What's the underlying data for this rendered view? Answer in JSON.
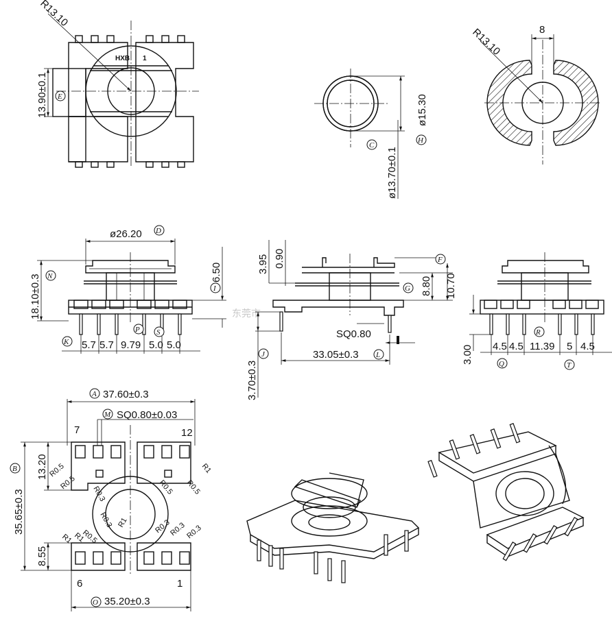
{
  "labels": {
    "r1310_a": "R13.10",
    "hxb": "HXB",
    "one_top": "1",
    "d1390": "13.90±0.1",
    "E": "E",
    "d1530": "ø15.30",
    "d1370": "ø13.70±0.1",
    "C": "C",
    "H": "H",
    "r1310_b": "R13.10",
    "d8": "8",
    "d2620": "ø26.20",
    "D": "D",
    "d1810": "18.10±0.3",
    "N": "N",
    "d650": "6.50",
    "I": "I",
    "K": "K",
    "P": "P",
    "S": "S",
    "bottom_dims": [
      "5.7",
      "5.7",
      "9.79",
      "5.0",
      "5.0"
    ],
    "d395": "3.95",
    "d090": "0.90",
    "F": "F",
    "G": "G",
    "d880": "8.80",
    "d1070": "10.70",
    "sq080": "SQ0.80",
    "d3305": "33.05±0.3",
    "L": "L",
    "d370": "3.70±0.3",
    "J": "J",
    "d300": "3.00",
    "right_dims": [
      "4.5",
      "4.5",
      "11.39",
      "5",
      "4.5"
    ],
    "Q": "Q",
    "R": "R",
    "T": "T",
    "A": "A",
    "d3760": "37.60±0.3",
    "M": "M",
    "sq080_003": "SQ0.80±0.03",
    "B": "B",
    "d3565": "35.65±0.3",
    "d1320": "13.20",
    "d855": "8.55",
    "O": "O",
    "d3520": "35.20±0.3",
    "pin7": "7",
    "pin12": "12",
    "pin6": "6",
    "pin1": "1",
    "r05": "R0.5",
    "r03": "R0.3",
    "r1": "R1",
    "watermark": "东莞市"
  }
}
